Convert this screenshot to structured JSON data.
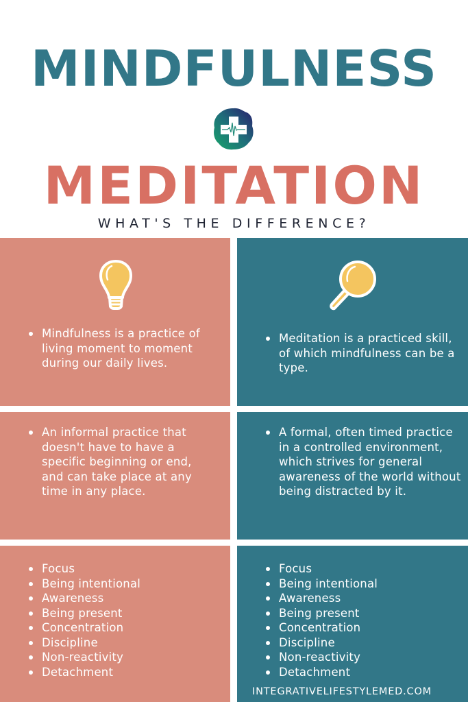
{
  "header": {
    "title_primary": "MINDFULNESS",
    "title_secondary": "MEDITATION",
    "subtitle": "WHAT'S THE DIFFERENCE?",
    "logo_icon": "medical-cross-heartbeat-icon"
  },
  "colors": {
    "mindfulness_teal": "#327788",
    "meditation_salmon": "#D87063",
    "panel_salmon": "#D98C7C",
    "panel_teal": "#327788",
    "icon_yellow": "#F4C55F",
    "subtitle_dark": "#1F2433"
  },
  "columns": {
    "mindfulness": {
      "icon": "lightbulb-icon",
      "definition": "Mindfulness is a practice of living moment to moment during our daily lives.",
      "practice": "An informal practice that doesn't have to have a specific beginning or end, and can take place at any time in any place.",
      "benefits": [
        "Focus",
        "Being intentional",
        "Awareness",
        "Being present",
        "Concentration",
        "Discipline",
        "Non-reactivity",
        "Detachment"
      ]
    },
    "meditation": {
      "icon": "magnifying-glass-icon",
      "definition": "Meditation is a practiced skill, of which mindfulness can be a type.",
      "practice": "A formal, often timed practice in a controlled environment, which strives for general awareness of the world without being distracted by it.",
      "benefits": [
        "Focus",
        "Being intentional",
        "Awareness",
        "Being present",
        "Concentration",
        "Discipline",
        "Non-reactivity",
        "Detachment"
      ]
    }
  },
  "footer": {
    "url": "INTEGRATIVELIFESTYLEMED.COM"
  }
}
